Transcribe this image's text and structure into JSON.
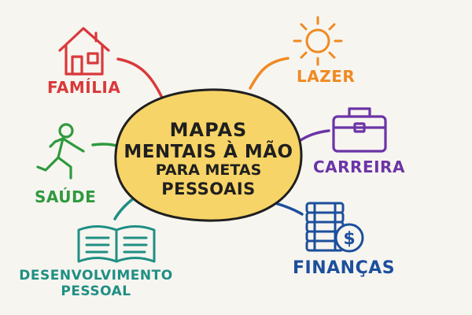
{
  "center": {
    "line1": "MAPAS",
    "line2": "MENTAIS À MÃO",
    "line3": "PARA METAS",
    "line4": "PESSOAIS"
  },
  "branches": {
    "familia": {
      "label": "FAMÍLIA",
      "color": "#d9393b",
      "icon": "house-icon"
    },
    "lazer": {
      "label": "LAZER",
      "color": "#ef8a22",
      "icon": "sun-icon"
    },
    "carreira": {
      "label": "CARREIRA",
      "color": "#6b34a6",
      "icon": "briefcase-icon"
    },
    "saude": {
      "label": "SAÚDE",
      "color": "#2f9a3e",
      "icon": "runner-icon"
    },
    "desenvolvimento": {
      "line1": "DESENVOLVIMENTO",
      "line2": "PESSOAL",
      "color": "#1f8f84",
      "icon": "open-book-icon"
    },
    "financas": {
      "label": "FINANÇAS",
      "color": "#1c4f9c",
      "icon": "money-stack-icon"
    }
  },
  "center_color": "#f7d467"
}
